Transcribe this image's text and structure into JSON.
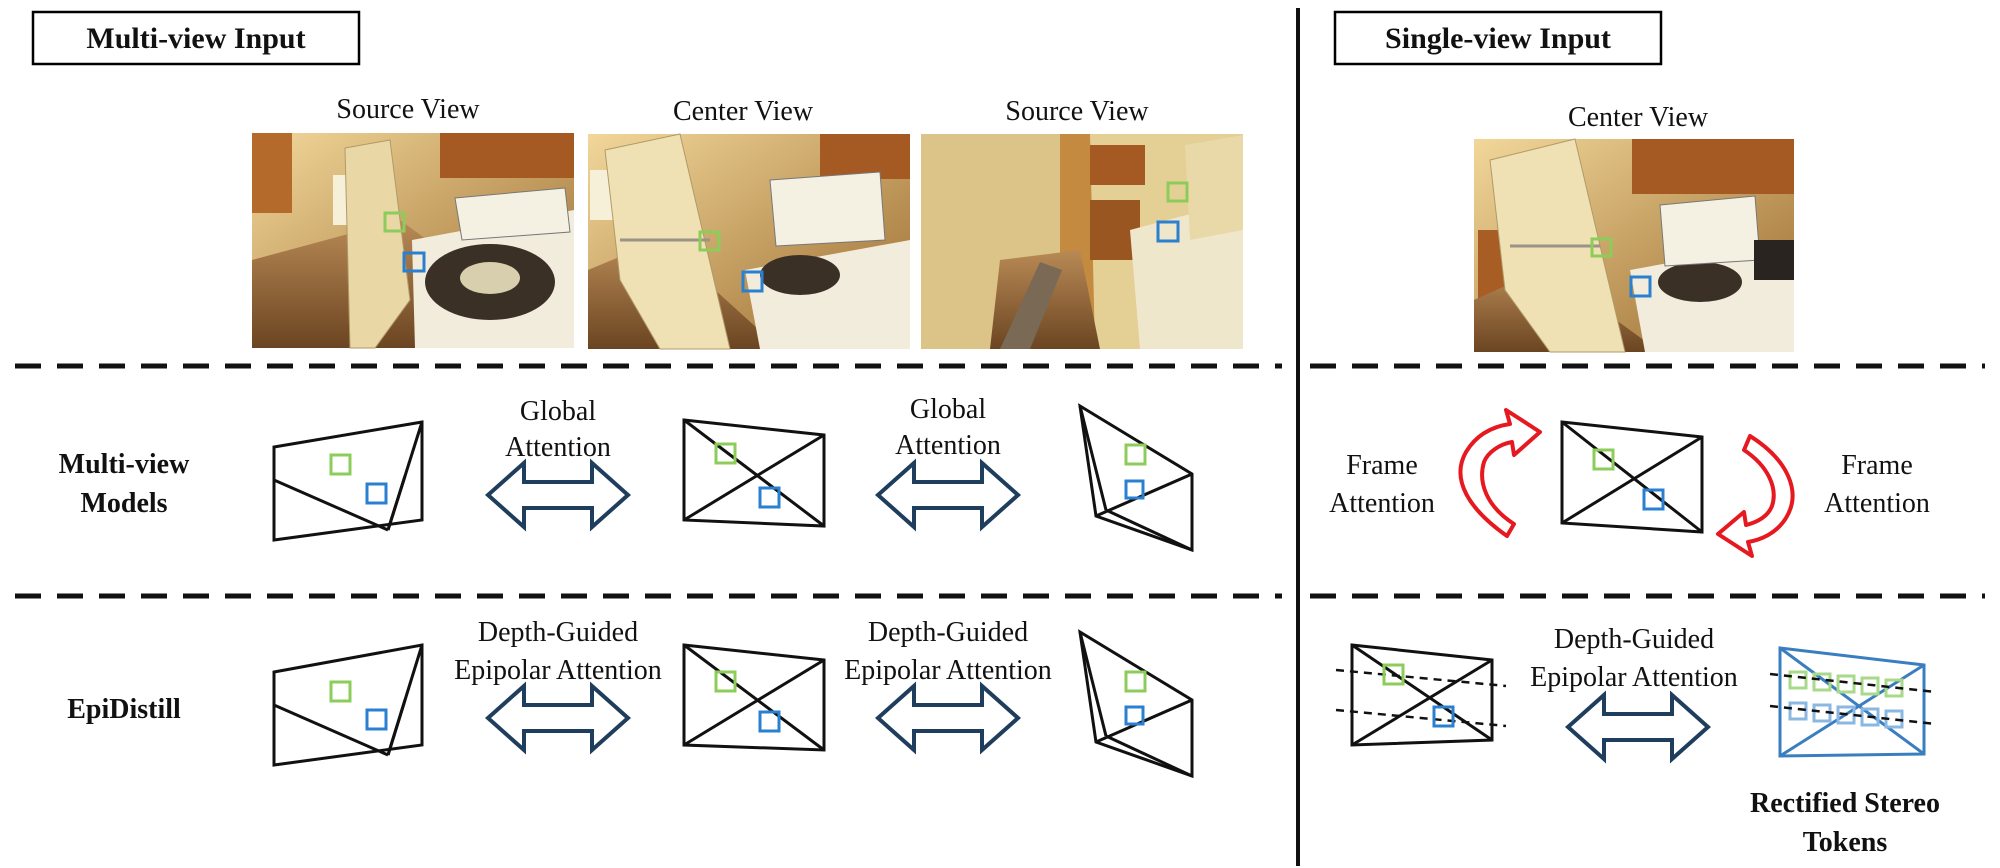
{
  "left": {
    "heading": "Multi-view Input",
    "views": [
      "Source View",
      "Center View",
      "Source View"
    ]
  },
  "right": {
    "heading": "Single-view Input",
    "view": "Center View"
  },
  "rows": {
    "multiview": {
      "label_line1": "Multi-view",
      "label_line2": "Models",
      "left_attention_line1": "Global",
      "left_attention_line2": "Attention",
      "right_attention_line1": "Global",
      "right_attention_line2": "Attention",
      "frame_left_line1": "Frame",
      "frame_left_line2": "Attention",
      "frame_right_line1": "Frame",
      "frame_right_line2": "Attention"
    },
    "epidistill": {
      "label": "EpiDistill",
      "left_attention_line1": "Depth-Guided",
      "left_attention_line2": "Epipolar Attention",
      "right_attention_line1": "Depth-Guided",
      "right_attention_line2": "Epipolar Attention",
      "single_attention_line1": "Depth-Guided",
      "single_attention_line2": "Epipolar Attention",
      "rectified_line1": "Rectified Stereo",
      "rectified_line2": "Tokens"
    }
  },
  "colors": {
    "green_patch": "#8ccc5a",
    "blue_patch": "#2a7fd0",
    "arrow_navy": "#1f3d5c",
    "frame_arrow_red": "#e5191f",
    "rectified_blue": "#3a7ec0"
  },
  "icons": [
    "double-arrow-icon",
    "curved-arrow-icon"
  ]
}
